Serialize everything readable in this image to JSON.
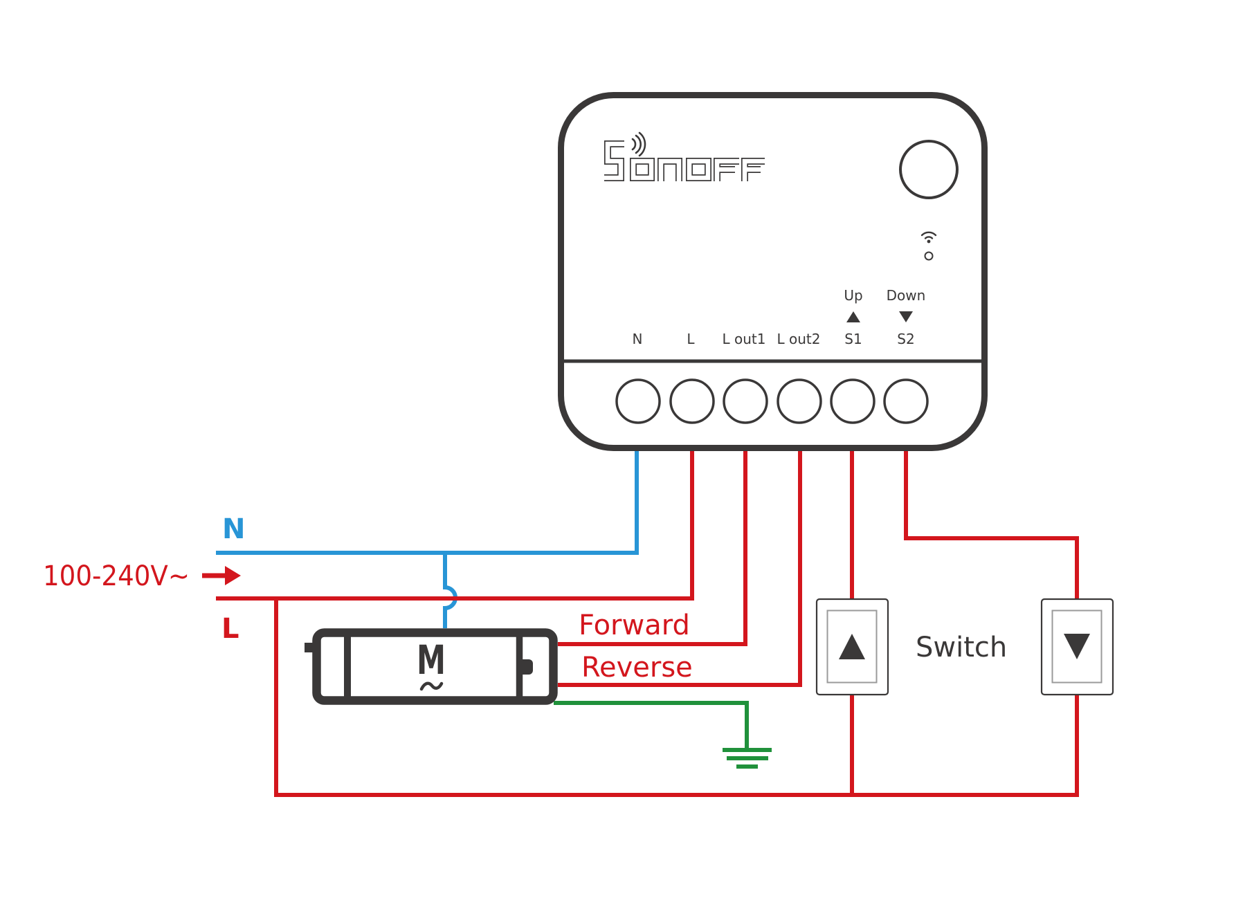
{
  "diagram": {
    "title": "Sonoff motor / curtain switch wiring",
    "colors": {
      "neutral": "#2895d6",
      "live": "#d3161d",
      "earth": "#20913b",
      "device": "#3a3838",
      "switch_inner": "#9a9a9a"
    },
    "device": {
      "brand": "SONOFF",
      "brand_icon": "wifi-signal-icon",
      "button_icon": "pairing-button",
      "status_icon": "wifi-led-icon",
      "terminals": [
        {
          "id": "N",
          "label": "N"
        },
        {
          "id": "L",
          "label": "L"
        },
        {
          "id": "Lout1",
          "label": "L out1"
        },
        {
          "id": "Lout2",
          "label": "L out2"
        },
        {
          "id": "S1",
          "label": "S1",
          "direction_label": "Up",
          "direction_icon": "triangle-up-icon"
        },
        {
          "id": "S2",
          "label": "S2",
          "direction_label": "Down",
          "direction_icon": "triangle-down-icon"
        }
      ]
    },
    "supply": {
      "voltage_label": "100-240V~",
      "arrow_icon": "arrow-right-icon",
      "neutral_label": "N",
      "live_label": "L"
    },
    "motor": {
      "symbol": "M",
      "ac_symbol": "~",
      "forward_label": "Forward",
      "reverse_label": "Reverse"
    },
    "earth": {
      "icon": "ground-icon"
    },
    "switch": {
      "label": "Switch",
      "up_icon": "triangle-up-icon",
      "down_icon": "triangle-down-icon"
    },
    "connections": [
      {
        "from": "N terminal",
        "to": "supply N",
        "color": "neutral"
      },
      {
        "from": "supply N",
        "to": "motor common",
        "color": "neutral"
      },
      {
        "from": "L terminal",
        "to": "supply L",
        "color": "live"
      },
      {
        "from": "L out1",
        "to": "motor Forward",
        "color": "live"
      },
      {
        "from": "L out2",
        "to": "motor Reverse",
        "color": "live"
      },
      {
        "from": "motor",
        "to": "earth",
        "color": "earth"
      },
      {
        "from": "S1",
        "to": "Up switch",
        "color": "live"
      },
      {
        "from": "S2",
        "to": "Down switch",
        "color": "live"
      },
      {
        "from": "Up switch / Down switch",
        "to": "supply L",
        "color": "live"
      }
    ]
  }
}
